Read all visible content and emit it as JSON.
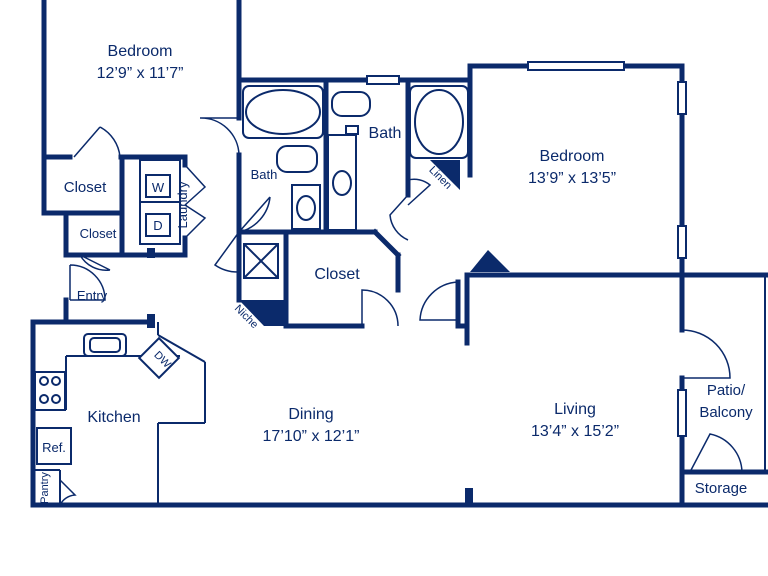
{
  "rooms": {
    "bedroom1": {
      "name": "Bedroom",
      "dims": "12’9” x 11’7”"
    },
    "bedroom2": {
      "name": "Bedroom",
      "dims": "13’9” x 13’5”"
    },
    "dining": {
      "name": "Dining",
      "dims": "17’10” x 12’1”"
    },
    "living": {
      "name": "Living",
      "dims": "13’4” x 15’2”"
    },
    "kitchen": {
      "name": "Kitchen"
    },
    "closet_left": {
      "name": "Closet"
    },
    "closet_small": {
      "name": "Closet"
    },
    "closet_center": {
      "name": "Closet"
    },
    "bath_left": {
      "name": "Bath"
    },
    "bath_right": {
      "name": "Bath"
    },
    "laundry": {
      "name": "Laundry"
    },
    "entry": {
      "name": "Entry"
    },
    "patio": {
      "name1": "Patio/",
      "name2": "Balcony"
    },
    "storage": {
      "name": "Storage"
    },
    "linen": {
      "name": "Linen"
    },
    "niche": {
      "name": "Niche"
    },
    "pantry": {
      "name": "Pantry"
    },
    "washer": {
      "name": "W"
    },
    "dryer": {
      "name": "D"
    },
    "dishwasher": {
      "name": "DW"
    },
    "refrigerator": {
      "name": "Ref."
    }
  }
}
